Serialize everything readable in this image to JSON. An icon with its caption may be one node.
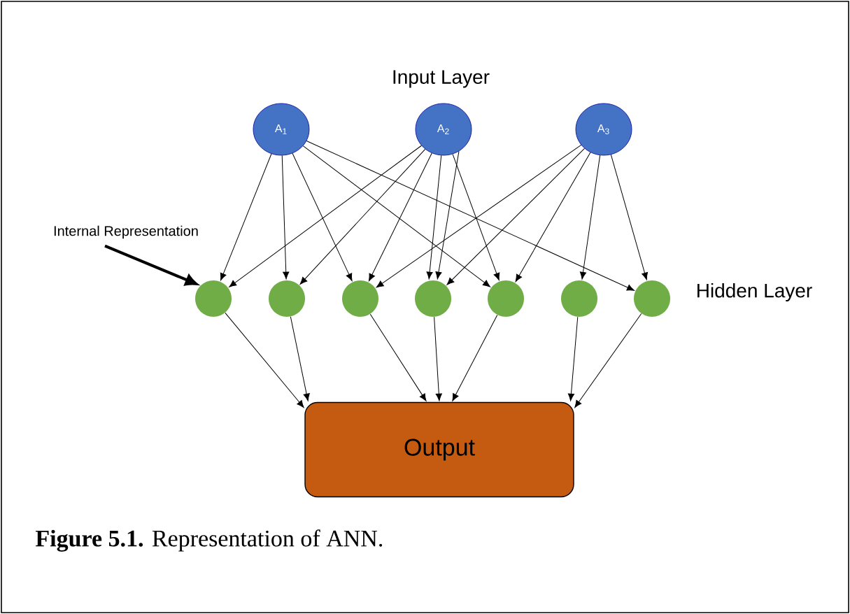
{
  "diagram": {
    "caption": "**Figure 5.1.** Representation of ANN.",
    "nodes": [
      {
        "text": [
          "A$_{1}$"
        ]
      },
      {
        "text": [
          "A$_{2}$"
        ]
      },
      {
        "text": [
          "A$_{3}$"
        ]
      },
      {
        "text": [],
        "shape": "circle"
      },
      {
        "text": [],
        "shape": "circle"
      },
      {
        "text": [],
        "shape": "circle"
      },
      {
        "text": [],
        "shape": "circle"
      },
      {
        "text": [],
        "shape": "circle"
      },
      {
        "text": [],
        "shape": "circle"
      },
      {
        "text": [],
        "shape": "circle"
      },
      {
        "text": [
          "Output"
        ]
      },
      {
        "text": [
          "Internal Representation"
        ]
      }
    ],
    "edges": [
      {
        "from": 0,
        "to": 3,
        "arrow": "to"
      },
      {
        "from": 0,
        "to": 4,
        "arrow": "to"
      },
      {
        "from": 0,
        "to": 5,
        "arrow": "to"
      },
      {
        "from": 0,
        "to": 7,
        "arrow": "to"
      },
      {
        "from": 0,
        "to": 9,
        "arrow": "to"
      },
      {
        "from": 1,
        "to": 3,
        "arrow": "to"
      },
      {
        "from": 1,
        "to": 4,
        "arrow": "to"
      },
      {
        "from": 1,
        "to": 5,
        "arrow": "to"
      },
      {
        "from": 1,
        "to": 6,
        "arrow": "to"
      },
      {
        "from": 1,
        "to": 6,
        "arrow": "to"
      },
      {
        "from": 1,
        "to": 7,
        "arrow": "to"
      },
      {
        "from": 2,
        "to": 5,
        "arrow": "to"
      },
      {
        "from": 2,
        "to": 6,
        "arrow": "to"
      },
      {
        "from": 2,
        "to": 7,
        "arrow": "to"
      },
      {
        "from": 2,
        "to": 8,
        "arrow": "to"
      },
      {
        "from": 2,
        "to": 9,
        "arrow": "to"
      },
      {
        "from": 3,
        "to": 10,
        "arrow": "to"
      },
      {
        "from": 4,
        "to": 10,
        "arrow": "to"
      },
      {
        "from": 5,
        "to": 10,
        "arrow": "to"
      },
      {
        "from": 6,
        "to": 10,
        "arrow": "to"
      },
      {
        "from": 7,
        "to": 10,
        "arrow": "to"
      },
      {
        "from": 8,
        "to": 10,
        "arrow": "to"
      },
      {
        "from": 9,
        "to": 10,
        "arrow": "to"
      },
      {
        "from": 11,
        "to": 3,
        "arrow": "to",
        "style": "thick"
      }
    ],
    "labels": [
      "Input Layer",
      "Hidden Layer"
    ]
  }
}
